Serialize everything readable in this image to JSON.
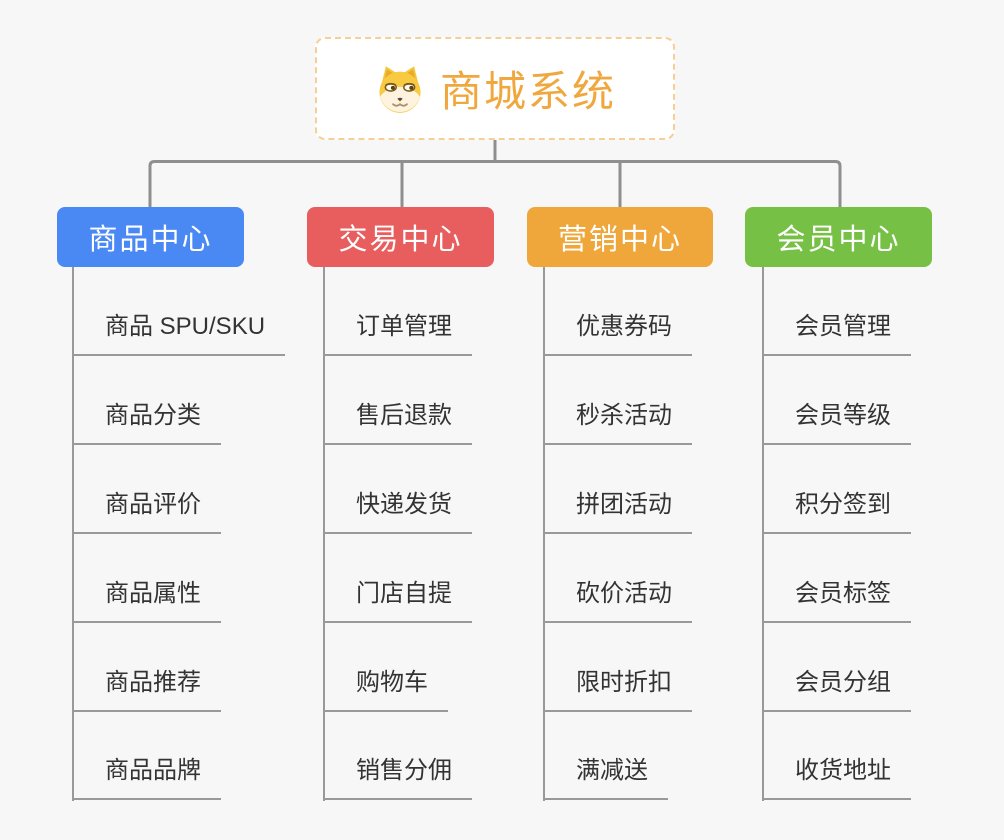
{
  "root": {
    "title": "商城系统",
    "title_color": "#f0a83e",
    "border_color": "#f6cf96",
    "icon": "shiba-dog-icon"
  },
  "colors": {
    "background": "#f7f7f7",
    "connector": "#8f8f8f",
    "item_text": "#333333",
    "item_underline": "#999999"
  },
  "branches": [
    {
      "label": "商品中心",
      "color": "#4a89f3",
      "items": [
        "商品 SPU/SKU",
        "商品分类",
        "商品评价",
        "商品属性",
        "商品推荐",
        "商品品牌"
      ]
    },
    {
      "label": "交易中心",
      "color": "#e85d5d",
      "items": [
        "订单管理",
        "售后退款",
        "快递发货",
        "门店自提",
        "购物车",
        "销售分佣"
      ]
    },
    {
      "label": "营销中心",
      "color": "#efa73c",
      "items": [
        "优惠券码",
        "秒杀活动",
        "拼团活动",
        "砍价活动",
        "限时折扣",
        "满减送"
      ]
    },
    {
      "label": "会员中心",
      "color": "#77c046",
      "items": [
        "会员管理",
        "会员等级",
        "积分签到",
        "会员标签",
        "会员分组",
        "收货地址"
      ]
    }
  ]
}
